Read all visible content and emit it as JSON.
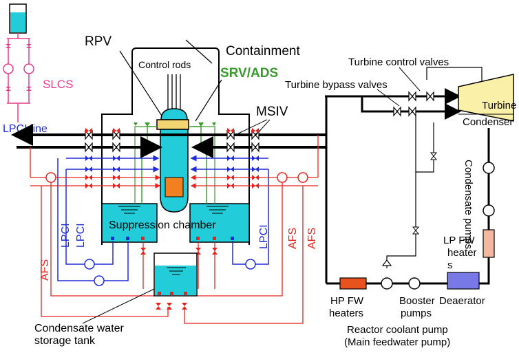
{
  "labels": {
    "rpv": "RPV",
    "containment": "Containment",
    "control_rods": "Control rods",
    "srv_ads": "SRV/ADS",
    "msiv": "MSIV",
    "slcs": "SLCS",
    "lpci_line": "LPCI line",
    "turbine_control_valves": "Turbine control valves",
    "turbine_bypass_valves": "Turbine bypass valves",
    "turbine": "Turbine",
    "condenser": "Condenser",
    "condensate_pumps": "Condensate pumps",
    "lp_fw_heaters": "LP FW heaters",
    "lp_fw_heaters_line1": "LP FW",
    "lp_fw_heaters_line2": "heater",
    "lp_fw_heaters_line3": "s",
    "suppression_chamber": "Suppression chamber",
    "lpci": "LPCI",
    "afs": "AFS",
    "hp_fw_heaters_line1": "HP FW",
    "hp_fw_heaters_line2": "heaters",
    "booster_pumps_line1": "Booster",
    "booster_pumps_line2": "pumps",
    "deaerator": "Deaerator",
    "cst_line1": "Condensate water",
    "cst_line2": "storage tank",
    "rcp_line1": "Reactor coolant pump",
    "rcp_line2": "(Main feedwater pump)"
  },
  "colors": {
    "steam": "#000000",
    "lpci": "#1f2bd6",
    "afs": "#e8221e",
    "slcs": "#e63c8c",
    "srv_ads": "#3a9a2e",
    "pool_water": "#22ccd8",
    "turbine": "#fbf0a8",
    "hp_heater": "#e8521e",
    "lp_heater": "#f4b8a0",
    "deaerator": "#7878e6",
    "core": "#f08020"
  }
}
